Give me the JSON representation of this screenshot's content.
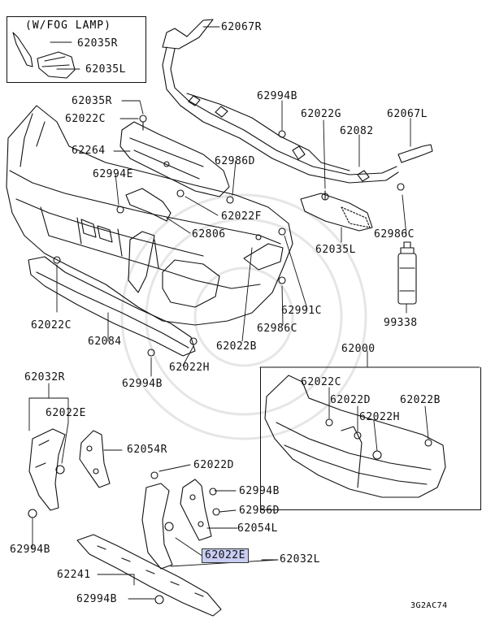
{
  "fog_lamp_inset": {
    "title": "(W/FOG LAMP)",
    "parts": [
      "62035R",
      "62035L"
    ]
  },
  "parts": [
    {
      "id": "p1",
      "label": "62067R"
    },
    {
      "id": "p2",
      "label": "62035R"
    },
    {
      "id": "p3",
      "label": "62022C"
    },
    {
      "id": "p4",
      "label": "62994B"
    },
    {
      "id": "p5",
      "label": "62022G"
    },
    {
      "id": "p6",
      "label": "62067L"
    },
    {
      "id": "p7",
      "label": "62082"
    },
    {
      "id": "p8",
      "label": "62264"
    },
    {
      "id": "p9",
      "label": "62986D"
    },
    {
      "id": "p10",
      "label": "62994E"
    },
    {
      "id": "p11",
      "label": "62022F"
    },
    {
      "id": "p12",
      "label": "62806"
    },
    {
      "id": "p13",
      "label": "62986C"
    },
    {
      "id": "p14",
      "label": "62035L"
    },
    {
      "id": "p15",
      "label": "62022C"
    },
    {
      "id": "p16",
      "label": "62084"
    },
    {
      "id": "p17",
      "label": "62022B"
    },
    {
      "id": "p18",
      "label": "62991C"
    },
    {
      "id": "p19",
      "label": "62986C"
    },
    {
      "id": "p20",
      "label": "99338"
    },
    {
      "id": "p21",
      "label": "62022H"
    },
    {
      "id": "p22",
      "label": "62994B"
    },
    {
      "id": "p23",
      "label": "62032R"
    },
    {
      "id": "p24",
      "label": "62022E"
    },
    {
      "id": "p25",
      "label": "62054R"
    },
    {
      "id": "p26",
      "label": "62022D"
    },
    {
      "id": "p27",
      "label": "62994B"
    },
    {
      "id": "p28",
      "label": "62986D"
    },
    {
      "id": "p29",
      "label": "62054L"
    },
    {
      "id": "p30",
      "label": "62022E",
      "highlighted": true
    },
    {
      "id": "p31",
      "label": "62032L"
    },
    {
      "id": "p32",
      "label": "62994B"
    },
    {
      "id": "p33",
      "label": "62241"
    },
    {
      "id": "p34",
      "label": "62994B"
    }
  ],
  "assembly_inset": {
    "part": "62000",
    "labels": [
      "62022C",
      "62022D",
      "62022B",
      "62022H"
    ]
  },
  "diagram_code": "3G2AC74",
  "colors": {
    "highlight_fill": "#c9cdf2",
    "line": "#111111"
  }
}
